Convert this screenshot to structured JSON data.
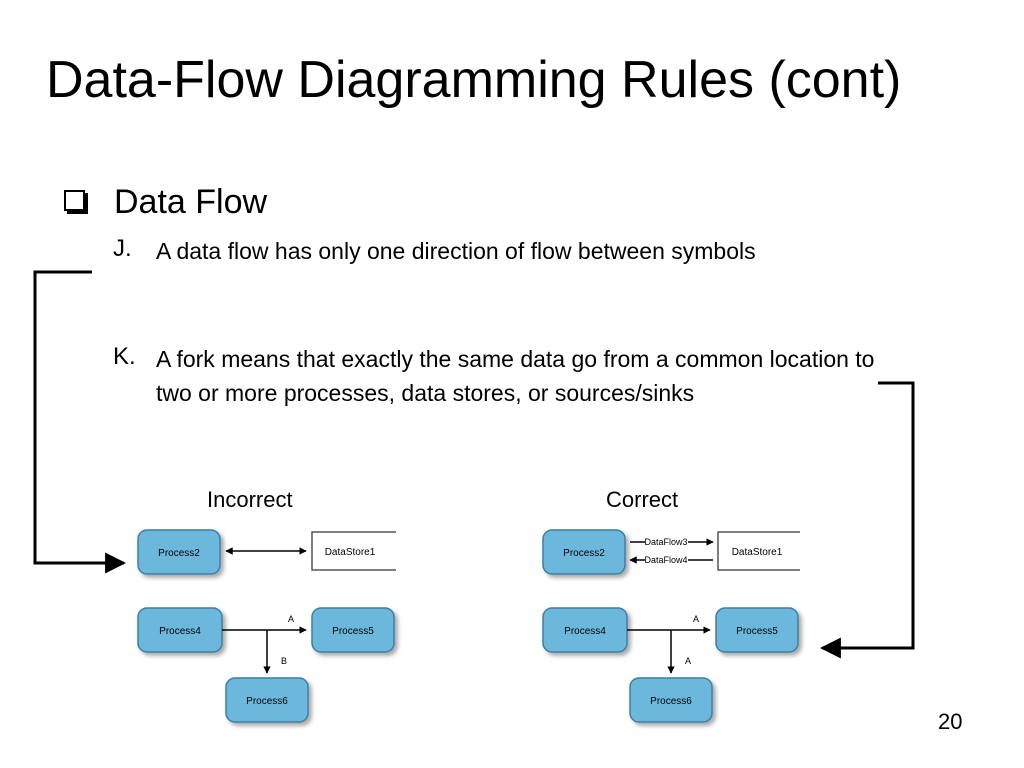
{
  "slide": {
    "title": "Data-Flow Diagramming Rules (cont)",
    "bullet": {
      "icon": "checkbox-icon",
      "text": "Data Flow"
    },
    "items": [
      {
        "marker": "J.",
        "text": "A data flow has only one direction of flow between symbols"
      },
      {
        "marker": "K.",
        "text": "A fork means that exactly the same data go from a common location to two or more processes, data stores, or sources/sinks"
      }
    ],
    "page_number": "20"
  },
  "diagrams": {
    "incorrect": {
      "label": "Incorrect",
      "process2": "Process2",
      "datastore1": "DataStore1",
      "process4": "Process4",
      "process5": "Process5",
      "process6": "Process6",
      "flow_a": "A",
      "flow_b": "B"
    },
    "correct": {
      "label": "Correct",
      "process2": "Process2",
      "datastore1": "DataStore1",
      "dataflow3": "DataFlow3",
      "dataflow4": "DataFlow4",
      "process4": "Process4",
      "process5": "Process5",
      "process6": "Process6",
      "flow_a1": "A",
      "flow_a2": "A"
    }
  },
  "colors": {
    "process_fill": "#6cb8dd",
    "process_stroke": "#3d7ea6",
    "text": "#000000"
  }
}
